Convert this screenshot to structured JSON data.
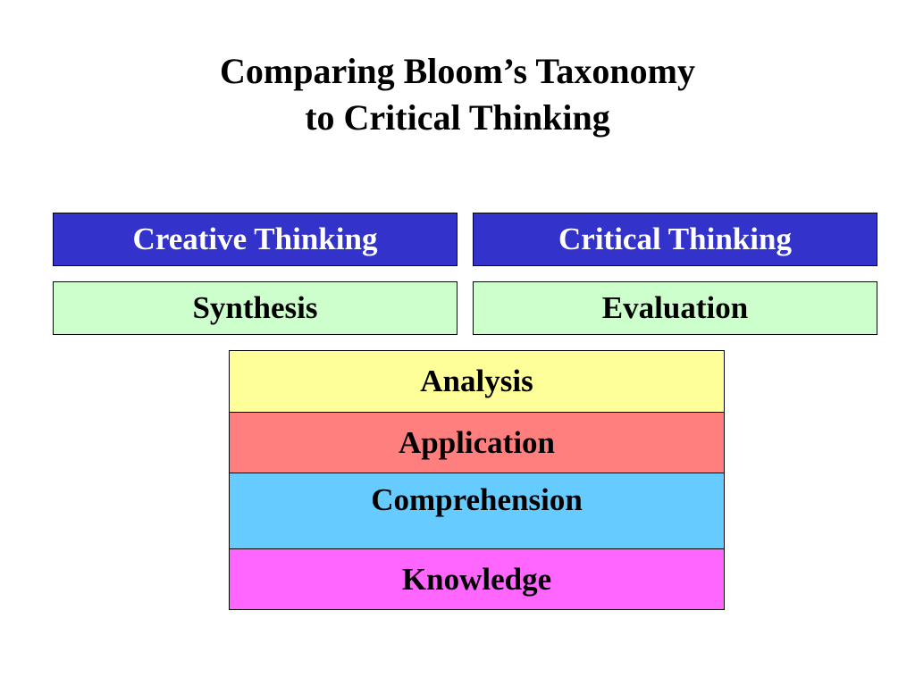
{
  "title": {
    "line1": "Comparing Bloom’s Taxonomy",
    "line2": "to Critical Thinking"
  },
  "headers": {
    "left": "Creative Thinking",
    "right": "Critical Thinking"
  },
  "top_levels": {
    "left": "Synthesis",
    "right": "Evaluation"
  },
  "stack": {
    "analysis": "Analysis",
    "application": "Application",
    "comprehension": "Comprehension",
    "knowledge": "Knowledge"
  },
  "colors": {
    "header_fill": "#3333cc",
    "top_level_fill": "#ccffcc",
    "analysis_fill": "#ffff99",
    "application_fill": "#ff7f7f",
    "comprehension_fill": "#66ccff",
    "knowledge_fill": "#ff66ff"
  }
}
